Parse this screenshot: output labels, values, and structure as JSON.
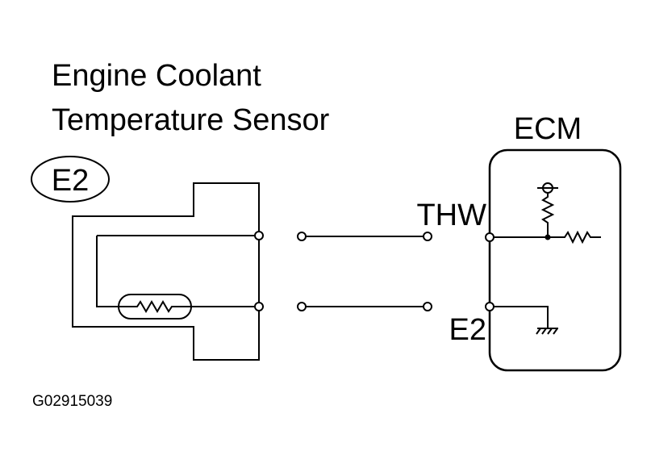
{
  "diagram": {
    "sensor_title_line1": "Engine Coolant",
    "sensor_title_line2": "Temperature Sensor",
    "sensor_terminal_badge": "E2",
    "ecm_label": "ECM",
    "ecm_terminal_thw": "THW",
    "ecm_terminal_e2": "E2",
    "figure_code": "G02915039"
  }
}
